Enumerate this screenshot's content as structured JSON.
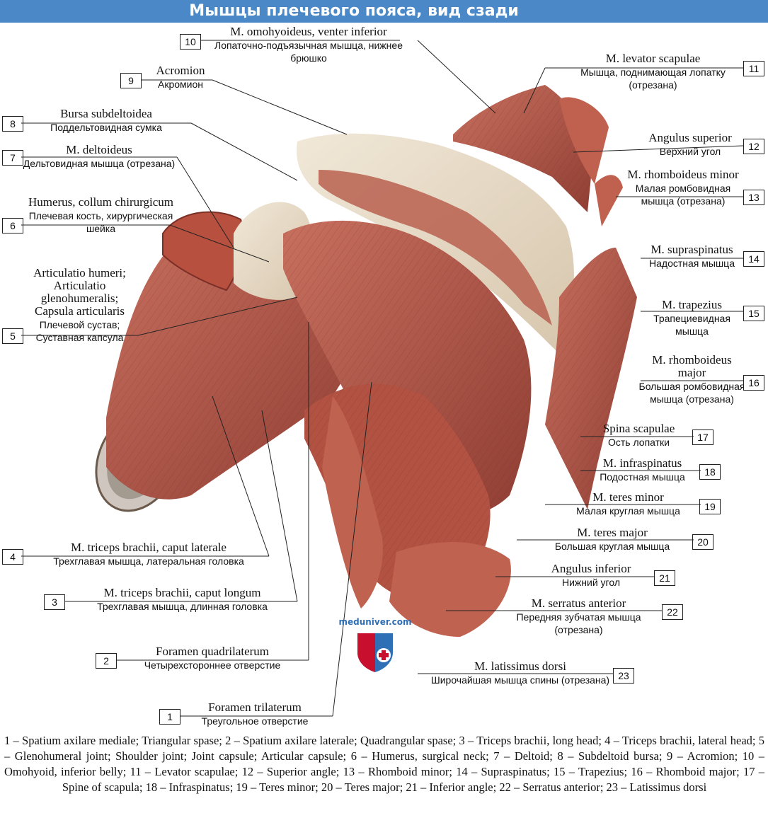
{
  "title": "Мышцы плечевого пояса, вид сзади",
  "watermark": "meduniver.com",
  "colors": {
    "title_bg": "#4a88c7",
    "muscle": "#b4584a",
    "tendon": "#e8dcc8",
    "bone": "#efe4d2"
  },
  "labels": [
    {
      "num": "10",
      "lat": "M. omohyoideus, venter inferior",
      "rus": "Лопаточно-подъязычная мышца, нижнее брюшко"
    },
    {
      "num": "9",
      "lat": "Acromion",
      "rus": "Акромион"
    },
    {
      "num": "8",
      "lat": "Bursa subdeltoidea",
      "rus": "Поддельтовидная сумка"
    },
    {
      "num": "7",
      "lat": "M. deltoideus",
      "rus": "Дельтовидная мышца (отрезана)"
    },
    {
      "num": "6",
      "lat": "Humerus, collum chirurgicum",
      "rus": "Плечевая кость, хирургическая шейка"
    },
    {
      "num": "5",
      "lat": "Articulatio humeri; Articulatio glenohumeralis; Capsula articularis",
      "rus": "Плечевой сустав; Суставная капсула"
    },
    {
      "num": "4",
      "lat": "M. triceps brachii, caput laterale",
      "rus": "Трехглавая мышца, латеральная головка"
    },
    {
      "num": "3",
      "lat": "M. triceps brachii, caput longum",
      "rus": "Трехглавая мышца, длинная головка"
    },
    {
      "num": "2",
      "lat": "Foramen quadrilaterum",
      "rus": "Четырехстороннее отверстие"
    },
    {
      "num": "1",
      "lat": "Foramen trilaterum",
      "rus": "Треугольное отверстие"
    },
    {
      "num": "11",
      "lat": "M. levator scapulae",
      "rus": "Мышца, поднимающая лопатку (отрезана)"
    },
    {
      "num": "12",
      "lat": "Angulus superior",
      "rus": "Верхний угол"
    },
    {
      "num": "13",
      "lat": "M. rhomboideus minor",
      "rus": "Малая ромбовидная мышца (отрезана)"
    },
    {
      "num": "14",
      "lat": "M. supraspinatus",
      "rus": "Надостная мышца"
    },
    {
      "num": "15",
      "lat": "M. trapezius",
      "rus": "Трапециевидная мышца"
    },
    {
      "num": "16",
      "lat": "M. rhomboideus major",
      "rus": "Большая ромбовидная мышца (отрезана)"
    },
    {
      "num": "17",
      "lat": "Spina scapulae",
      "rus": "Ость лопатки"
    },
    {
      "num": "18",
      "lat": "M. infraspinatus",
      "rus": "Подостная мышца"
    },
    {
      "num": "19",
      "lat": "M. teres minor",
      "rus": "Малая круглая мышца"
    },
    {
      "num": "20",
      "lat": "M. teres major",
      "rus": "Большая круглая мышца"
    },
    {
      "num": "21",
      "lat": "Angulus inferior",
      "rus": "Нижний угол"
    },
    {
      "num": "22",
      "lat": "M. serratus anterior",
      "rus": "Передняя зубчатая мышца (отрезана)"
    },
    {
      "num": "23",
      "lat": "M. latissimus dorsi",
      "rus": "Широчайшая мышца спины (отрезана)"
    }
  ],
  "caption": "1 – Spatium axilare mediale; Triangular spase; 2 – Spatium axilare laterale; Quadrangular spase; 3 – Triceps brachii, long head; 4 – Triceps brachii, lateral head; 5 – Glenohumeral joint; Shoulder joint; Joint capsule; Articular capsule; 6 – Humerus, surgical neck; 7 – Deltoid; 8 – Subdeltoid bursa; 9 – Acromion; 10 – Omohyoid, inferior belly; 11 – Levator scapulae; 12 – Superior angle; 13 – Rhomboid minor; 14 – Supraspinatus; 15 – Trapezius; 16 – Rhomboid major; 17 – Spine of scapula; 18 – Infraspinatus; 19 – Teres minor; 20 – Teres major; 21 – Inferior angle; 22 – Serratus anterior; 23 – Latissimus dorsi"
}
